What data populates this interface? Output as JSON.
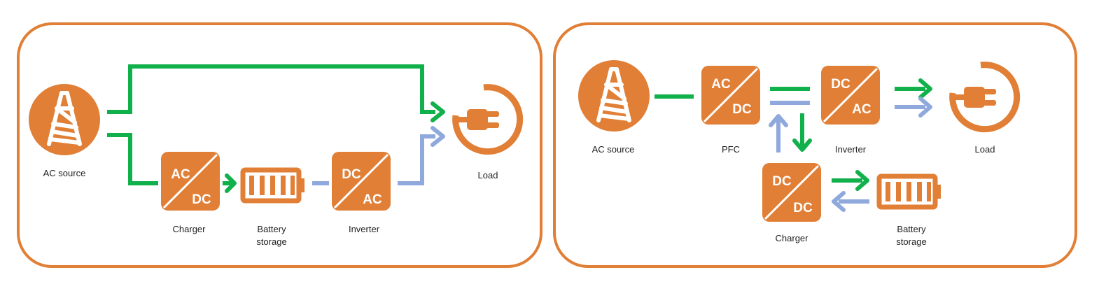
{
  "colors": {
    "accent": "#E07F35",
    "ac_path": "#10B04A",
    "dc_path": "#8FA9DC",
    "label": "#222222"
  },
  "left_panel": {
    "ac_source_label": "AC source",
    "charger_label": "Charger",
    "charger_in": "AC",
    "charger_out": "DC",
    "battery_label_line1": "Battery",
    "battery_label_line2": "storage",
    "inverter_label": "Inverter",
    "inverter_in": "DC",
    "inverter_out": "AC",
    "load_label": "Load"
  },
  "right_panel": {
    "ac_source_label": "AC source",
    "pfc_label": "PFC",
    "pfc_in": "AC",
    "pfc_out": "DC",
    "inverter_label": "Inverter",
    "inverter_in": "DC",
    "inverter_out": "AC",
    "load_label": "Load",
    "charger_label": "Charger",
    "charger_in": "DC",
    "charger_out": "DC",
    "battery_label_line1": "Battery",
    "battery_label_line2": "storage"
  },
  "icons": {
    "source": "transmission-tower-icon",
    "load": "power-plug-icon",
    "battery": "battery-icon",
    "converter": "converter-block-icon"
  }
}
